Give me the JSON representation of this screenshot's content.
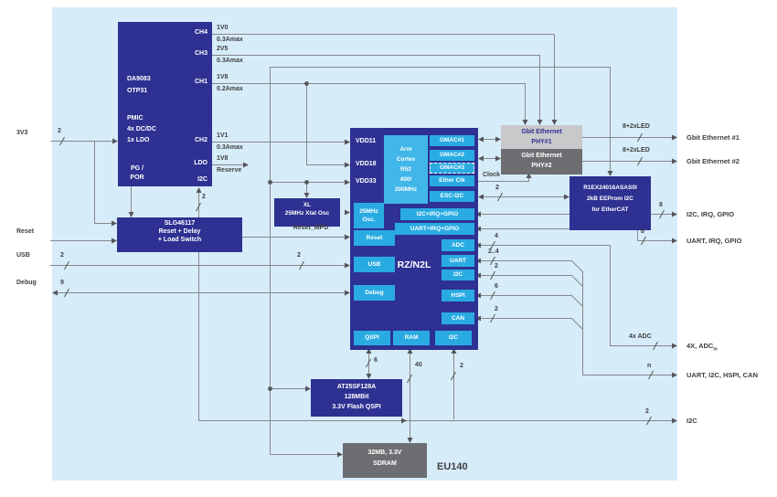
{
  "inputs": {
    "v3": "3V3",
    "v3_w": "2",
    "reset": "Reset",
    "usb": "USB",
    "usb_w": "2",
    "usb_w2": "2",
    "debug": "Debug",
    "debug_w": "9"
  },
  "pmic": {
    "name1": "DA9083",
    "name2": "OTP31",
    "d1": "PMIC",
    "d2": "4x DC/DC",
    "d3": "1x LDO",
    "pg": "PG /",
    "por": "POR",
    "ch4": "CH4",
    "ch3": "CH3",
    "ch1": "CH1",
    "ch2": "CH2",
    "ldo": "LDO",
    "i2c": "I2C",
    "i2c_w": "2"
  },
  "rails": {
    "v1": "1V0",
    "a1": "0.3Amax",
    "v2": "2V5",
    "a2": "0.3Amax",
    "v3": "1V8",
    "a3": "0.2Amax",
    "v4": "1V1",
    "a4": "0.3Amax",
    "v5": "1V8",
    "a5": "Reserve"
  },
  "slg": {
    "l1": "SLG46117",
    "l2": "Reset + Delay",
    "l3": "+ Load Switch"
  },
  "xtal": {
    "l1": "XL",
    "l2": "25MHz Xtal Osc",
    "reset_mpu": "Reset_MPU"
  },
  "mpu": {
    "name": "RZ/N2L",
    "vdd11": "VDD11",
    "vdd18": "VDD18",
    "vdd33": "VDD33",
    "arm1": "Arm",
    "arm2": "Cortex",
    "arm3": "R52",
    "arm4": "400/",
    "arm5": "200MHz",
    "osc1": "25MHz",
    "osc2": "Osc.",
    "reset": "Reset",
    "usb": "USB",
    "debug": "Debug",
    "qspi": "QSPI",
    "ram": "RAM",
    "i2c_bottom": "I2C",
    "gmac1": "GMAC#1",
    "gmac2": "GMAC#2",
    "gmac3": "GMAC#3",
    "etherclk": "Ether Clk",
    "esci2c": "ESC-I2C",
    "i2cirq": "I2C+IRQ+GPIO",
    "uartirq": "UART+IRQ+GPIO",
    "adc": "ADC",
    "uart": "UART",
    "i2c_right": "I2C",
    "hspi": "HSPI",
    "can": "CAN"
  },
  "phy": {
    "p1a": "Gbit Ethernet",
    "p1b": "PHY#1",
    "p2a": "Gbit Ethernet",
    "p2b": "PHY#2"
  },
  "eeprom": {
    "l1": "R1EX24016ASAS0I",
    "l2": "2kB EEProm I2C",
    "l3": "for EtherCAT"
  },
  "flash": {
    "l1": "AT25SF128A",
    "l2": "128MBit",
    "l3": "3.3V Flash QSPI"
  },
  "sdram": {
    "l1": "32MB, 3.3V",
    "l2": "SDRAM"
  },
  "board": {
    "label": "EU140"
  },
  "bus": {
    "clock": "Clock",
    "esc_w": "2",
    "adc_w": "4",
    "uart_w": "2..4",
    "i2c_w": "2",
    "hspi_w": "6",
    "can_w": "2",
    "qspi_w": "6",
    "ram_w": "40",
    "i2cb_w": "2",
    "irq1_w": "8",
    "irq2_w": "8",
    "phy1_w": "8+2xLED",
    "phy2_w": "8+2xLED",
    "adc_out_w": "4x ADC",
    "n_w": "n",
    "i2c_out_w": "2"
  },
  "outputs": {
    "eth1": "Gbit Ethernet #1",
    "eth2": "Gbit Ethernet #2",
    "i2c_irq": "I2C, IRQ, GPIO",
    "uart_irq": "UART, IRQ, GPIO",
    "adc": "4X, ADC",
    "adc_sub": "in",
    "multi": "UART, I2C, HSPI, CAN",
    "i2c": "I2C"
  },
  "colors": {
    "dark_blue": "#2e3192",
    "light_blue": "#29abe2",
    "panel": "#d7ecf9",
    "gray_dark": "#6d6e71",
    "gray_light": "#c8c9cb"
  }
}
